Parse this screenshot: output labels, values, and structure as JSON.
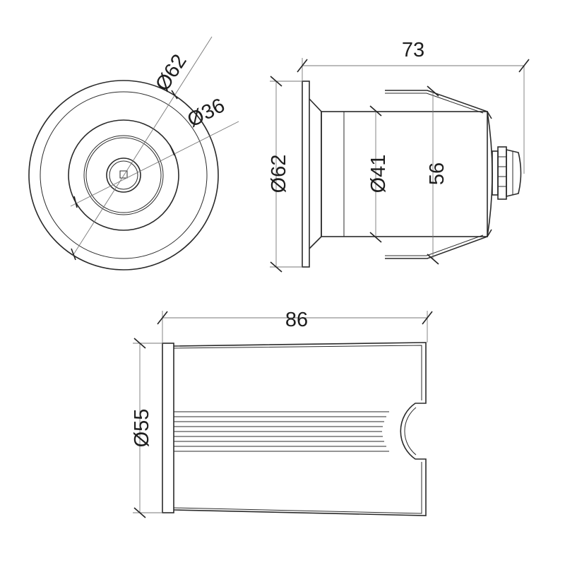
{
  "colors": {
    "line": "#2a2a2a",
    "dimension": "#777777",
    "text": "#1e1e1e",
    "background": "#ffffff"
  },
  "labels": {
    "front_outer_diameter": "Ø62",
    "front_inner_diameter": "Ø36",
    "side_total_length": "73",
    "side_flange_diameter": "Ø62",
    "side_body_diameter": "Ø41",
    "side_clip_span": "56",
    "sleeve_length": "86",
    "sleeve_diameter": "Ø55"
  }
}
